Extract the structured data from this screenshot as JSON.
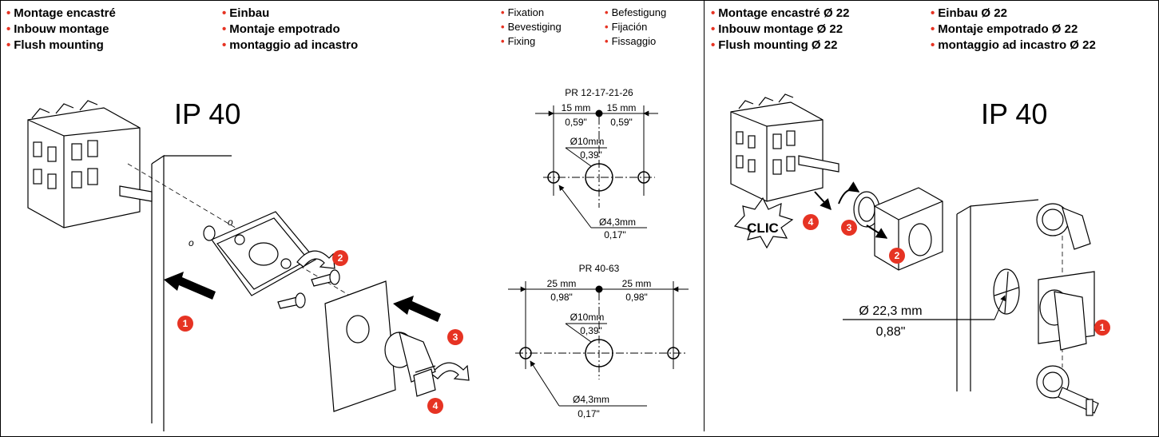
{
  "left_labels": [
    "Montage encastré",
    "Inbouw montage",
    "Flush mounting"
  ],
  "left_labels_2": [
    "Einbau",
    "Montaje empotrado",
    "montaggio ad incastro"
  ],
  "center_labels": [
    "Fixation",
    "Bevestiging",
    "Fixing"
  ],
  "center_labels_2": [
    "Befestigung",
    "Fijación",
    "Fissaggio"
  ],
  "right_labels": [
    "Montage encastré Ø 22",
    "Inbouw montage Ø 22",
    "Flush mounting Ø 22"
  ],
  "right_labels_2": [
    "Einbau Ø 22",
    "Montaje empotrado Ø 22",
    "montaggio ad incastro Ø 22"
  ],
  "ip_left": "IP 40",
  "ip_right": "IP 40",
  "pattern1": {
    "title": "PR 12-17-21-26",
    "left_mm": "15 mm",
    "left_in": "0,59\"",
    "right_mm": "15 mm",
    "right_in": "0,59\"",
    "center_mm": "Ø10mm",
    "center_in": "0,39\"",
    "hole_mm": "Ø4,3mm",
    "hole_in": "0,17\""
  },
  "pattern2": {
    "title": "PR 40-63",
    "left_mm": "25 mm",
    "left_in": "0,98\"",
    "right_mm": "25 mm",
    "right_in": "0,98\"",
    "center_mm": "Ø10mm",
    "center_in": "0,39\"",
    "hole_mm": "Ø4,3mm",
    "hole_in": "0,17\""
  },
  "cutout_mm": "Ø 22,3 mm",
  "cutout_in": "0,88\"",
  "clic": "CLIC",
  "steps_left": [
    "1",
    "2",
    "3",
    "4"
  ],
  "steps_right": [
    "1",
    "2",
    "3",
    "4"
  ],
  "accent": "#e63323"
}
